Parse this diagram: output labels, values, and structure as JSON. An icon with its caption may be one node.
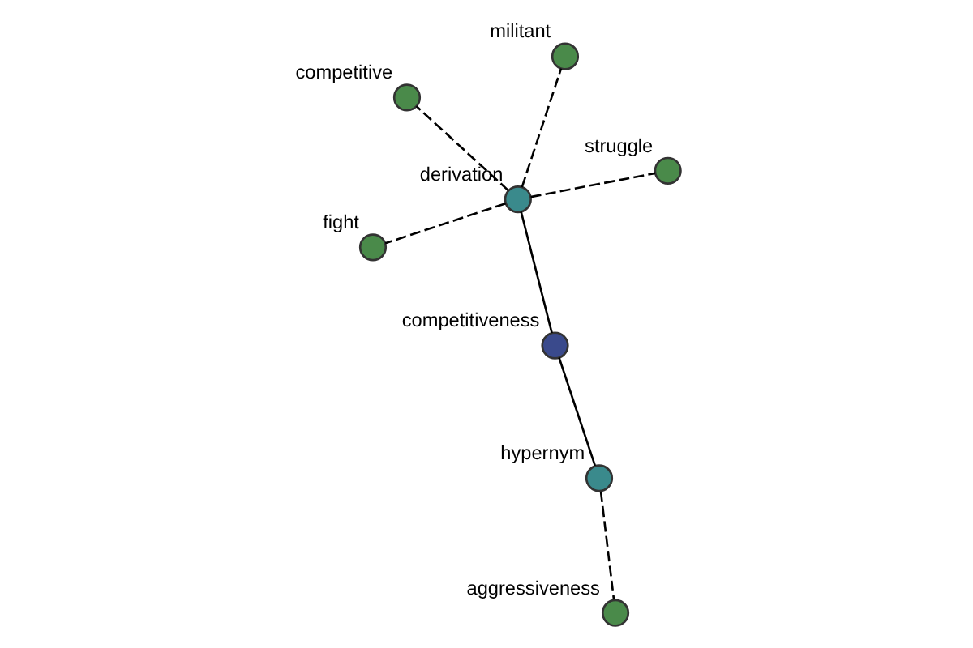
{
  "diagram": {
    "nodes": [
      {
        "text": [],
        "shape": "circle",
        "beside": [
          "competitiveness"
        ]
      },
      {
        "text": [],
        "shape": "circle",
        "beside": [
          "hypernym"
        ]
      },
      {
        "text": [],
        "shape": "circle",
        "beside": [
          "aggressiveness"
        ]
      },
      {
        "text": [],
        "shape": "circle",
        "beside": [
          "militant"
        ]
      },
      {
        "text": [],
        "shape": "circle",
        "beside": [
          "derivation"
        ]
      },
      {
        "text": [],
        "shape": "circle",
        "beside": [
          "competitive"
        ]
      },
      {
        "text": [],
        "shape": "circle",
        "beside": [
          "fight"
        ]
      },
      {
        "text": [],
        "shape": "circle",
        "beside": [
          "struggle"
        ]
      }
    ],
    "edges": [
      {
        "from": 0,
        "to": 1,
        "arrow": "none"
      },
      {
        "from": 1,
        "to": 2,
        "arrow": "none",
        "style": "dashed"
      },
      {
        "from": 0,
        "to": 4,
        "arrow": "none"
      },
      {
        "from": 4,
        "to": 3,
        "arrow": "none",
        "style": "dashed"
      },
      {
        "from": 4,
        "to": 5,
        "arrow": "none",
        "style": "dashed"
      },
      {
        "from": 4,
        "to": 6,
        "arrow": "none",
        "style": "dashed"
      },
      {
        "from": 4,
        "to": 7,
        "arrow": "none",
        "style": "dashed"
      }
    ]
  }
}
